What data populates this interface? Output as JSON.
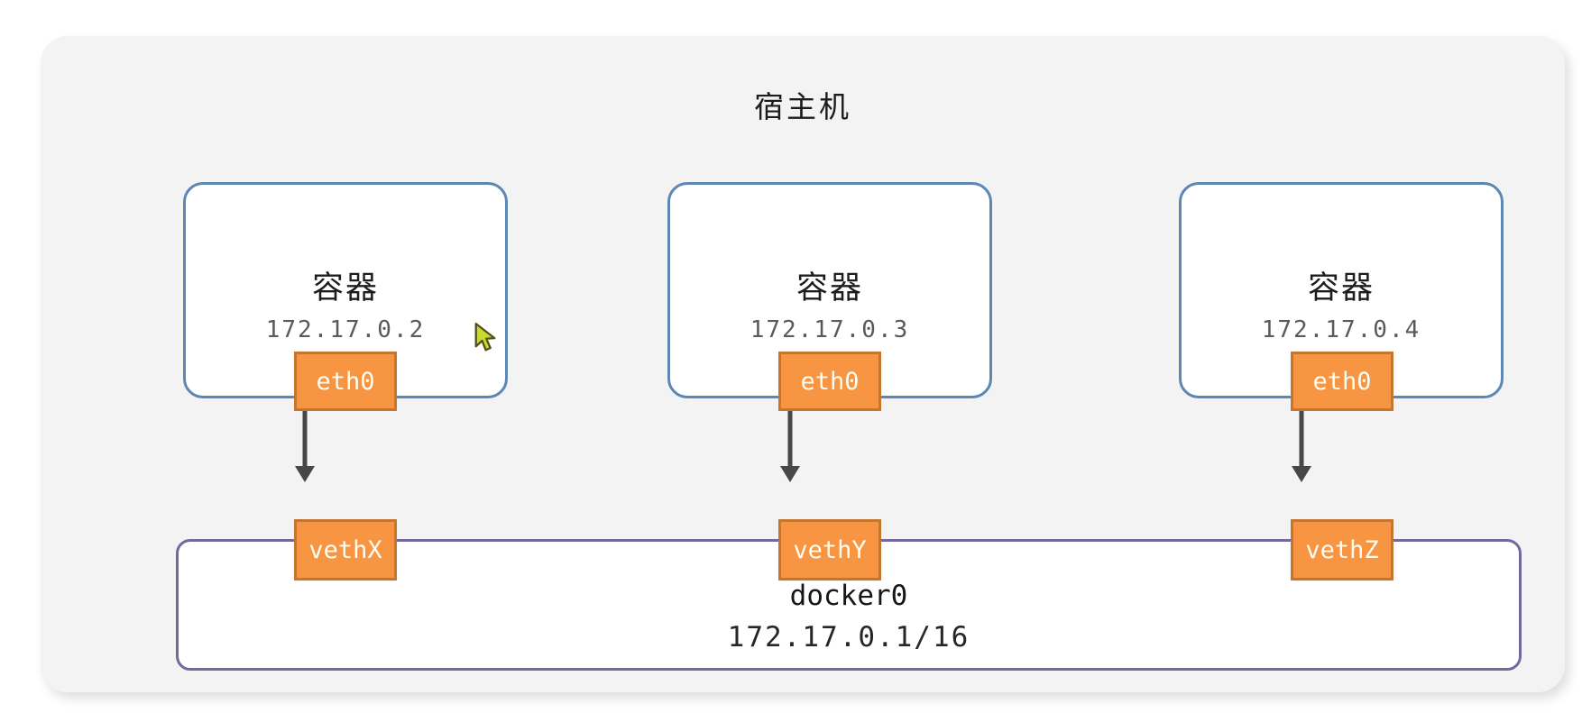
{
  "host": {
    "title": "宿主机"
  },
  "containers": [
    {
      "label": "容器",
      "ip": "172.17.0.2",
      "eth_label": "eth0",
      "veth_label": "vethX"
    },
    {
      "label": "容器",
      "ip": "172.17.0.3",
      "eth_label": "eth0",
      "veth_label": "vethY"
    },
    {
      "label": "容器",
      "ip": "172.17.0.4",
      "eth_label": "eth0",
      "veth_label": "vethZ"
    }
  ],
  "bridge": {
    "name": "docker0",
    "cidr": "172.17.0.1/16"
  },
  "colors": {
    "panel_fill": "#f3f3f4",
    "container_border": "#5c87b2",
    "nic_fill": "#f79542",
    "nic_border": "#c4762e",
    "nic_text": "#fffdf2",
    "bridge_border": "#75689f",
    "arrow": "#474747",
    "cursor_fill": "#c9da2e"
  },
  "icons": {
    "cursor": "mouse-pointer-icon",
    "links": "double-headed-arrow"
  }
}
